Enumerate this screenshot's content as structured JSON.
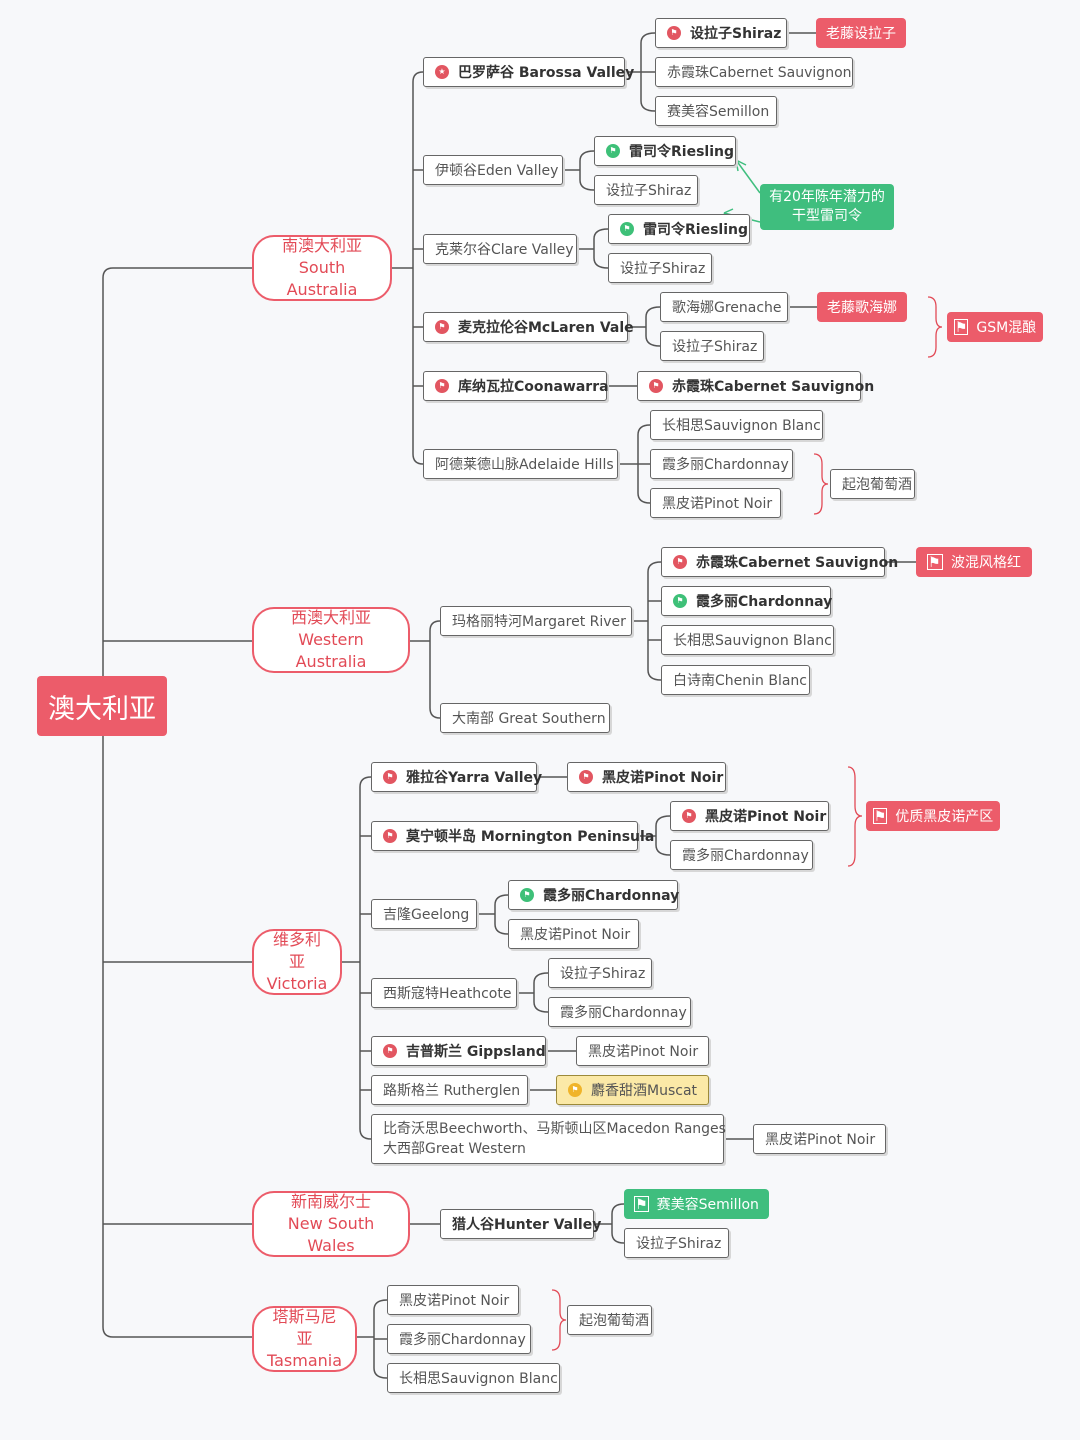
{
  "root": "澳大利亚",
  "regions": {
    "sa": {
      "zh": "南澳大利亚",
      "en": "South Australia"
    },
    "wa": {
      "zh": "西澳大利亚",
      "en": "Western Australia"
    },
    "vic": {
      "zh": "维多利亚",
      "en": "Victoria"
    },
    "nsw": {
      "zh": "新南威尔士",
      "en": "New South Wales"
    },
    "tas": {
      "zh": "塔斯马尼亚",
      "en": "Tasmania"
    }
  },
  "sa": {
    "barossa": "巴罗萨谷 Barossa Valley",
    "barossa_shiraz": "设拉子Shiraz",
    "barossa_cabernet": "赤霞珠Cabernet Sauvignon",
    "barossa_semillon": "赛美容Semillon",
    "old_vine_shiraz": "老藤设拉子",
    "eden": "伊顿谷Eden Valley",
    "eden_riesling": "雷司令Riesling",
    "eden_shiraz": "设拉子Shiraz",
    "clare": "克莱尔谷Clare Valley",
    "clare_riesling": "雷司令Riesling",
    "clare_shiraz": "设拉子Shiraz",
    "riesling_note_1": "有20年陈年潜力的",
    "riesling_note_2": "干型雷司令",
    "mclaren": "麦克拉伦谷McLaren Vale",
    "mclaren_grenache": "歌海娜Grenache",
    "old_vine_grenache": "老藤歌海娜",
    "mclaren_shiraz": "设拉子Shiraz",
    "gsm": "GSM混酿",
    "coonawarra": "库纳瓦拉Coonawarra",
    "coonawarra_cabernet": "赤霞珠Cabernet Sauvignon",
    "adelaide": "阿德莱德山脉Adelaide Hills",
    "adelaide_sb": "长相思Sauvignon Blanc",
    "adelaide_chardonnay": "霞多丽Chardonnay",
    "adelaide_pinot": "黑皮诺Pinot Noir",
    "adelaide_sparkling": "起泡葡萄酒"
  },
  "wa": {
    "margaret": "玛格丽特河Margaret River",
    "cabernet": "赤霞珠Cabernet Sauvignon",
    "bordeaux_blend": "波混风格红",
    "chardonnay": "霞多丽Chardonnay",
    "sb": "长相思Sauvignon Blanc",
    "chenin": "白诗南Chenin Blanc",
    "great_southern": "大南部 Great Southern"
  },
  "vic": {
    "yarra": "雅拉谷Yarra Valley",
    "yarra_pinot": "黑皮诺Pinot Noir",
    "mornington": "莫宁顿半岛 Mornington Peninsula",
    "mornington_pinot": "黑皮诺Pinot Noir",
    "mornington_chardonnay": "霞多丽Chardonnay",
    "premium_pinot": "优质黑皮诺产区",
    "geelong": "吉隆Geelong",
    "geelong_chardonnay": "霞多丽Chardonnay",
    "geelong_pinot": "黑皮诺Pinot Noir",
    "heathcote": "西斯寇特Heathcote",
    "heathcote_shiraz": "设拉子Shiraz",
    "heathcote_chardonnay": "霞多丽Chardonnay",
    "gippsland": "吉普斯兰 Gippsland",
    "gippsland_pinot": "黑皮诺Pinot Noir",
    "rutherglen": "路斯格兰 Rutherglen",
    "muscat": "麝香甜酒Muscat",
    "beechworth_1": "比奇沃思Beechworth、马斯顿山区Macedon Ranges",
    "beechworth_2": "大西部Great Western",
    "beechworth_pinot": "黑皮诺Pinot Noir"
  },
  "nsw": {
    "hunter": "猎人谷Hunter Valley",
    "semillon": "赛美容Semillon",
    "shiraz": "设拉子Shiraz"
  },
  "tas": {
    "pinot": "黑皮诺Pinot Noir",
    "chardonnay": "霞多丽Chardonnay",
    "sb": "长相思Sauvignon Blanc",
    "sparkling": "起泡葡萄酒"
  },
  "colors": {
    "accent": "#ec5c6a",
    "green": "#3fbe7e",
    "gold": "#f0b429",
    "line": "#555555"
  },
  "icons": {
    "star": "star-icon",
    "flag": "flag-icon"
  }
}
